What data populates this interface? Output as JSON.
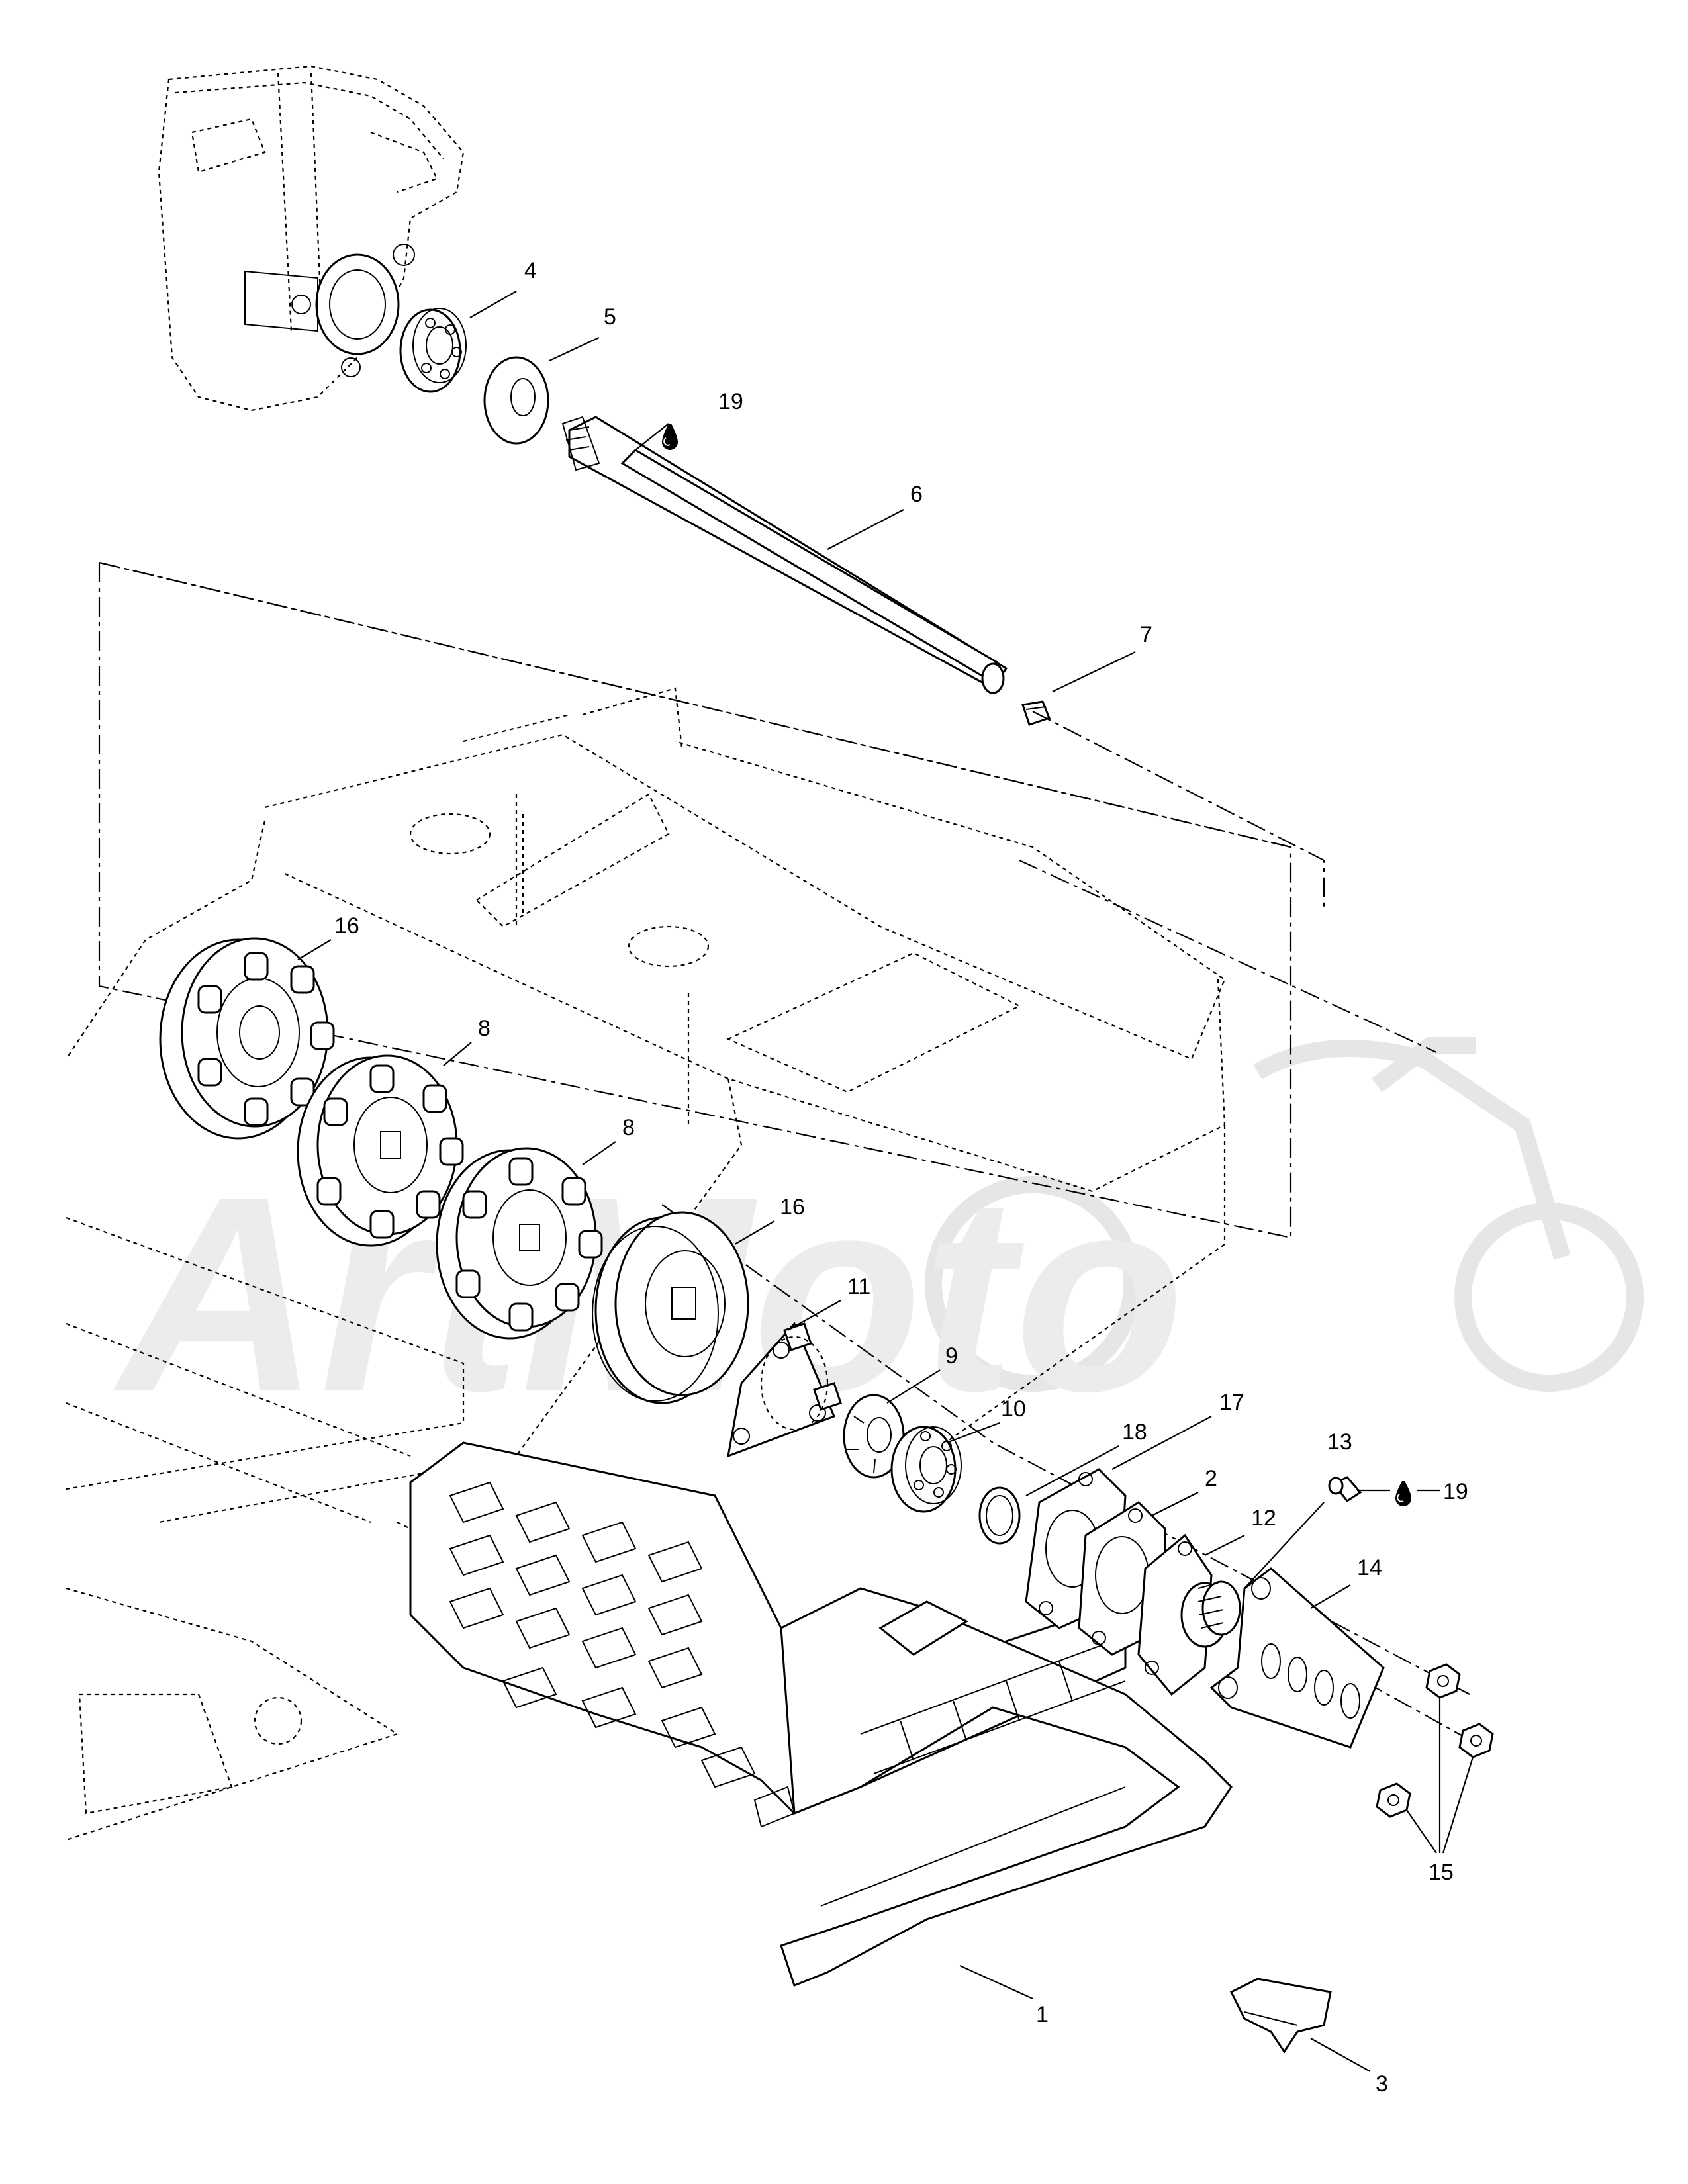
{
  "diagram": {
    "callouts": [
      {
        "id": "c1",
        "label": "1"
      },
      {
        "id": "c2",
        "label": "2"
      },
      {
        "id": "c3",
        "label": "3"
      },
      {
        "id": "c4",
        "label": "4"
      },
      {
        "id": "c5",
        "label": "5"
      },
      {
        "id": "c6",
        "label": "6"
      },
      {
        "id": "c7",
        "label": "7"
      },
      {
        "id": "c8a",
        "label": "8"
      },
      {
        "id": "c8b",
        "label": "8"
      },
      {
        "id": "c9",
        "label": "9"
      },
      {
        "id": "c10",
        "label": "10"
      },
      {
        "id": "c11",
        "label": "11"
      },
      {
        "id": "c12",
        "label": "12"
      },
      {
        "id": "c13",
        "label": "13"
      },
      {
        "id": "c14",
        "label": "14"
      },
      {
        "id": "c15",
        "label": "15"
      },
      {
        "id": "c16a",
        "label": "16"
      },
      {
        "id": "c16b",
        "label": "16"
      },
      {
        "id": "c17",
        "label": "17"
      },
      {
        "id": "c18",
        "label": "18"
      },
      {
        "id": "c19a",
        "label": "19"
      },
      {
        "id": "c19b",
        "label": "19"
      }
    ],
    "icons": {
      "lubricant": "oil-drop-icon"
    },
    "watermark": {
      "text": "ArtMoto"
    },
    "colors": {
      "line": "#000000",
      "background": "#ffffff",
      "watermark": "#ececec"
    }
  }
}
